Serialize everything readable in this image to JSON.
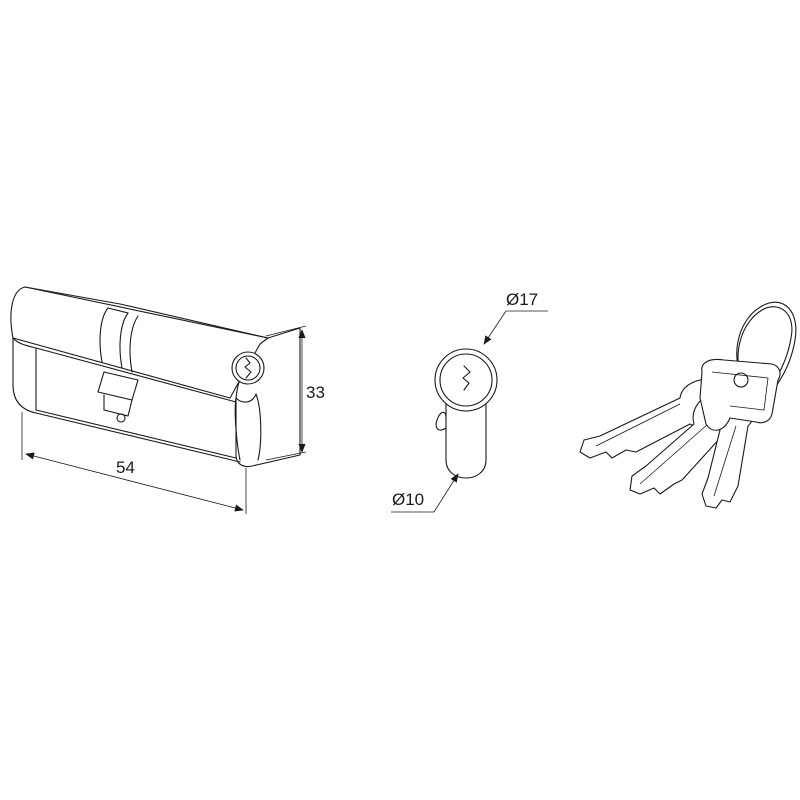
{
  "dimensions": {
    "length": "54",
    "height": "33",
    "outer_diameter": "Ø17",
    "inner_diameter": "Ø10"
  },
  "colors": {
    "line": "#1a1a1a",
    "background": "#ffffff"
  }
}
